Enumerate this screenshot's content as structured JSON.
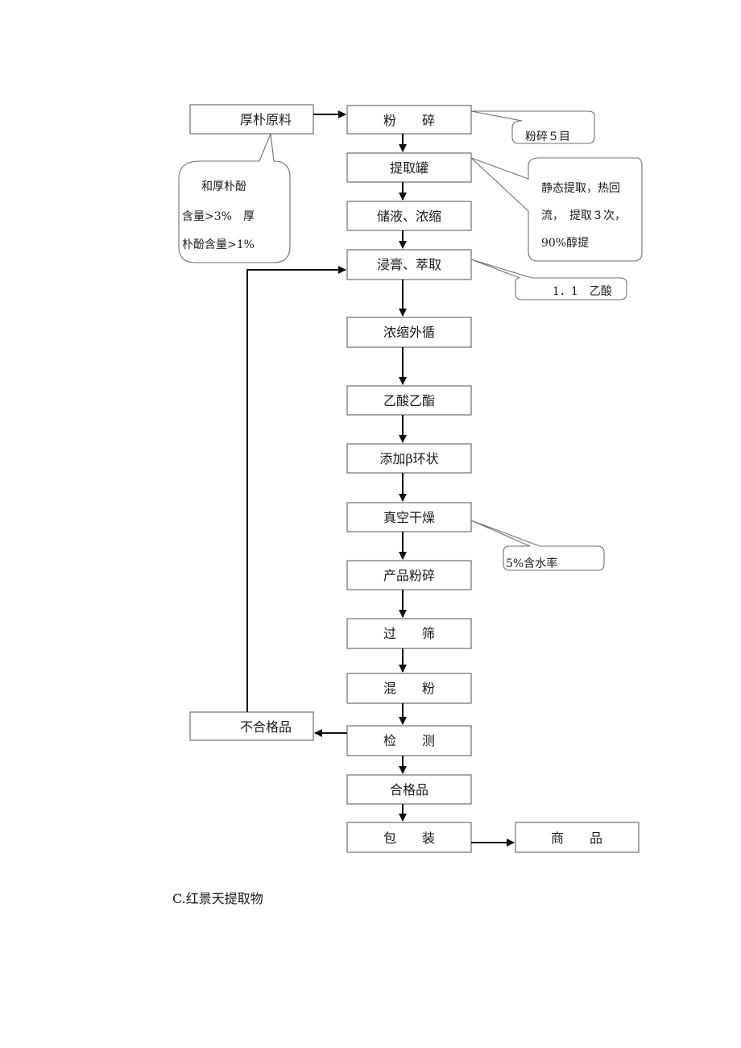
{
  "flow": {
    "raw_material": "厚朴原料",
    "steps": [
      "粉　　碎",
      "提取罐",
      "储液、浓缩",
      "浸膏、萃取",
      "浓缩外循",
      "乙酸乙酯",
      "添加β环状",
      "真空干燥",
      "产品粉碎",
      "过　　筛",
      "混　　粉",
      "检　　测",
      "合格品",
      "包　　装"
    ],
    "product": "商　　品",
    "reject": "不合格品"
  },
  "notes": {
    "raw_material": [
      "和厚朴酚",
      "含量>3%　厚",
      "朴酚含量>1%"
    ],
    "crush_mesh": "粉碎５目",
    "extraction": [
      "静态提取，热回",
      "流，　提取３次，",
      "90%醇提"
    ],
    "solvent": "1．1　乙酸",
    "moisture": "5%含水率"
  },
  "caption": "C.红景天提取物"
}
